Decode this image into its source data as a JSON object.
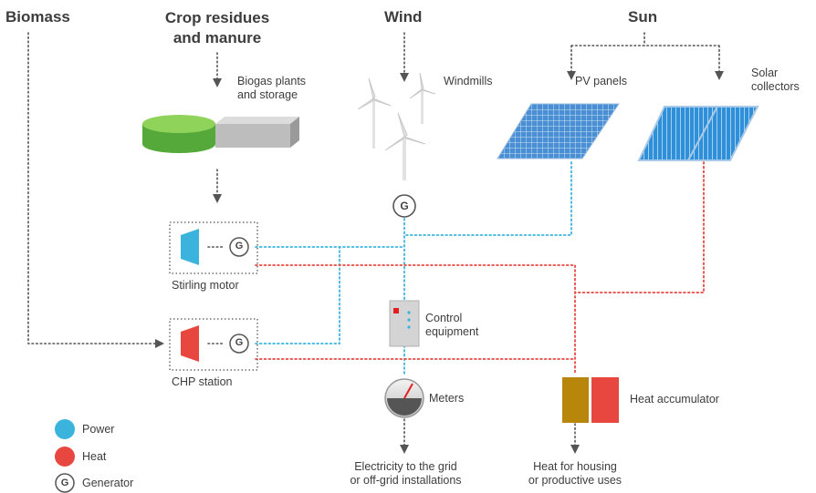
{
  "sources": {
    "biomass": "Biomass",
    "crop_line1": "Crop residues",
    "crop_line2": "and manure",
    "wind": "Wind",
    "sun": "Sun"
  },
  "components": {
    "biogas_line1": "Biogas plants",
    "biogas_line2": "and storage",
    "windmills": "Windmills",
    "pv_panels": "PV panels",
    "solar_line1": "Solar",
    "solar_line2": "collectors",
    "stirling": "Stirling motor",
    "chp": "CHP station",
    "control_line1": "Control",
    "control_line2": "equipment",
    "meters": "Meters",
    "heat_accumulator": "Heat accumulator",
    "generator_letter": "G"
  },
  "outputs": {
    "electricity_line1": "Electricity to the grid",
    "electricity_line2": "or off-grid installations",
    "heat_line1": "Heat for housing",
    "heat_line2": "or productive uses"
  },
  "legend": {
    "power": "Power",
    "heat": "Heat",
    "generator": "Generator",
    "generator_letter": "G"
  },
  "colors": {
    "power": "#3ab4dd",
    "heat": "#e8473f",
    "flow": "#555555",
    "biogas_green": "#6cc24a",
    "panel_blue": "#3c7fc6",
    "heat_brown": "#b8860b"
  }
}
